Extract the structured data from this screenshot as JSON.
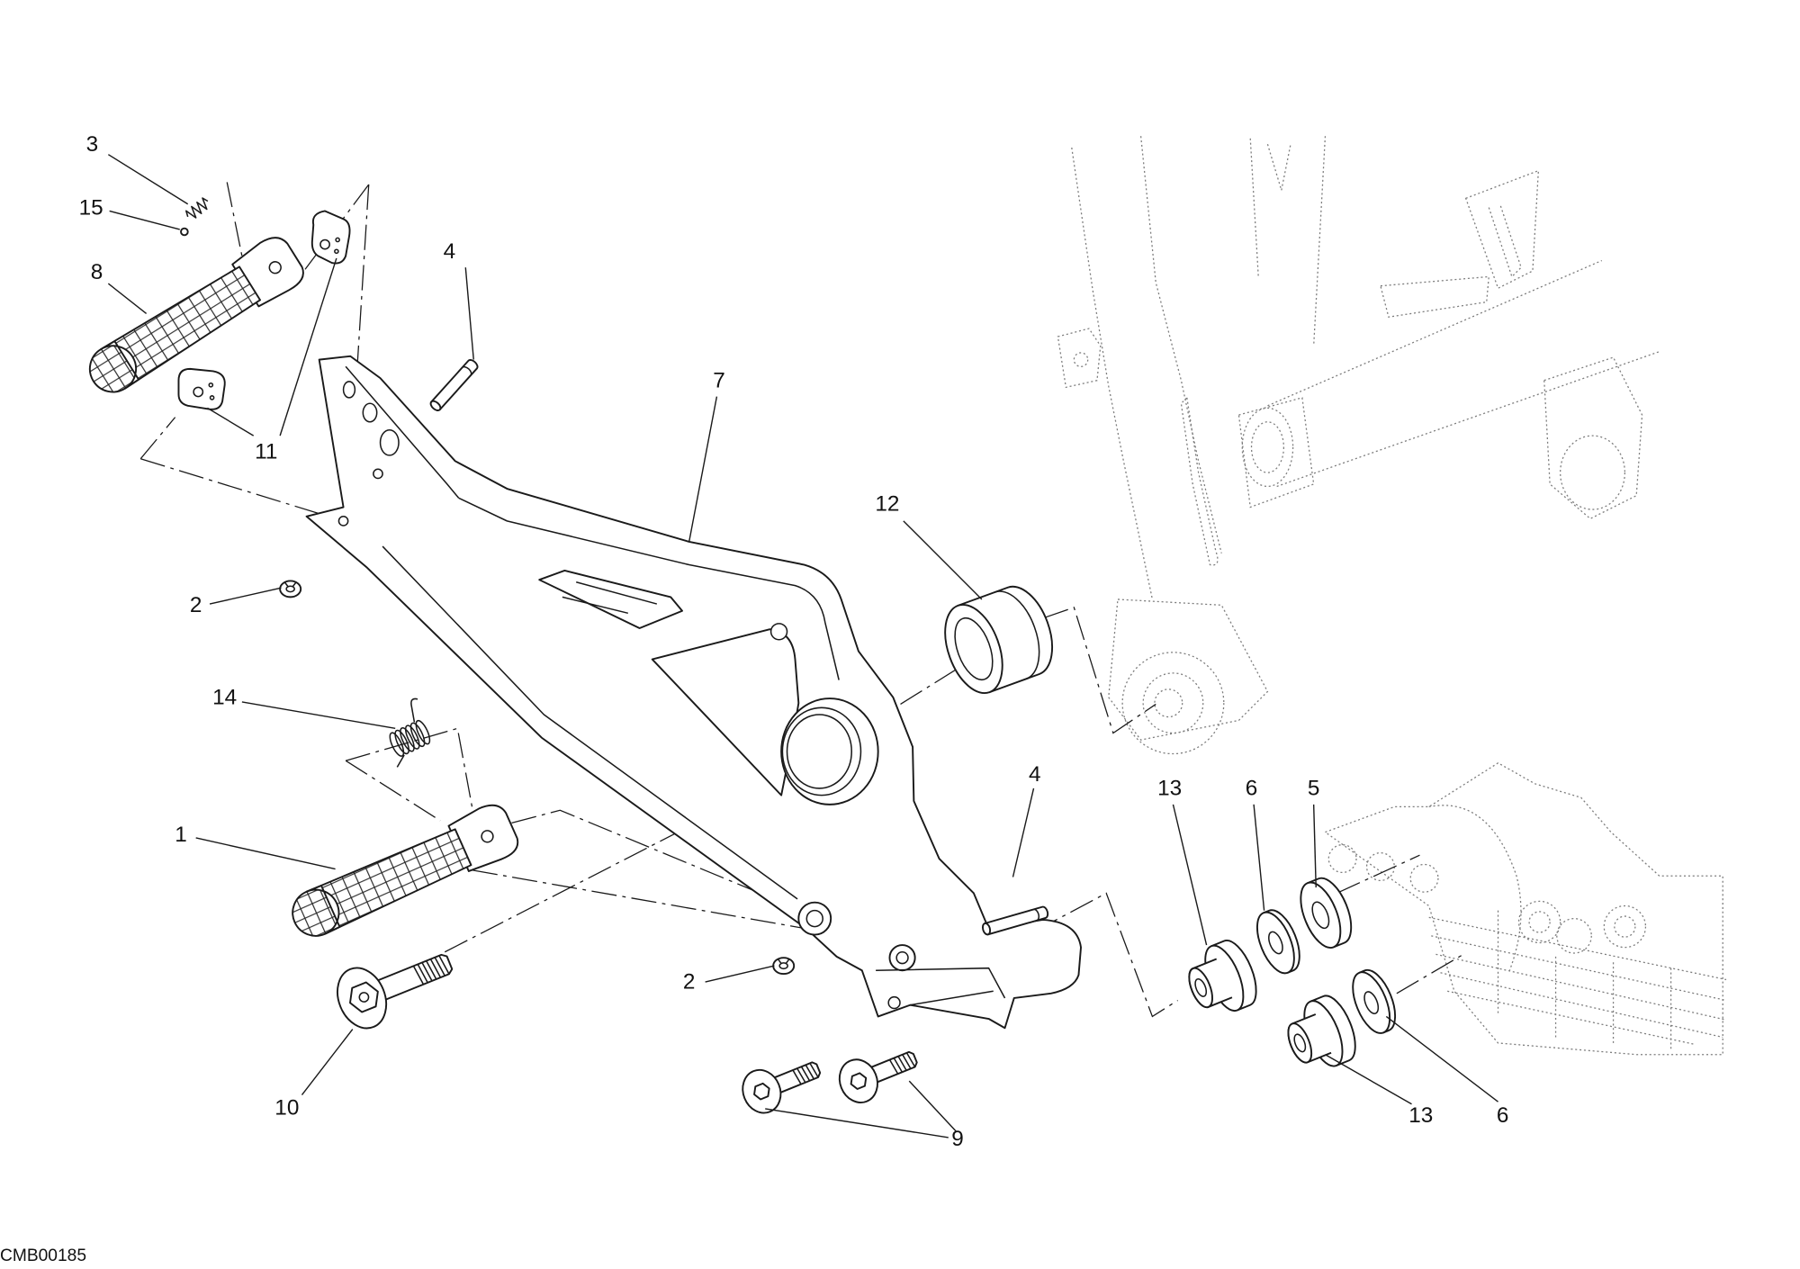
{
  "diagram": {
    "callouts": [
      "3",
      "15",
      "8",
      "11",
      "4",
      "7",
      "12",
      "2",
      "14",
      "1",
      "10",
      "2",
      "4",
      "9",
      "13",
      "6",
      "5",
      "13",
      "6"
    ],
    "drawing_code": "CMB00185"
  }
}
